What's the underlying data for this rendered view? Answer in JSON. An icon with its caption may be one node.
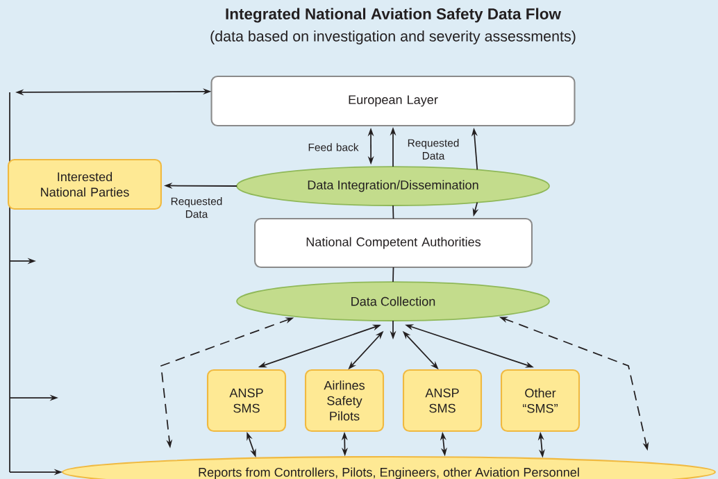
{
  "diagram": {
    "title": "Integrated National Aviation Safety Data Flow",
    "nodes": [
      {
        "text": [
          "European Layer"
        ]
      },
      {
        "text": [
          "Interested National Parties"
        ]
      },
      {
        "text": [
          "Data Integration/Dissemination"
        ]
      },
      {
        "text": [
          "National Competent Authorities"
        ]
      },
      {
        "text": [
          "Data Collection"
        ]
      },
      {
        "text": [
          "ANSP SMS"
        ]
      },
      {
        "text": [
          "Airlines Safety Pilots"
        ]
      },
      {
        "text": [
          "ANSP SMS"
        ]
      },
      {
        "text": [
          "Other “SMS”"
        ]
      },
      {
        "text": [
          "Reports from Controllers, Pilots, Engineers, other Aviation Personnel"
        ]
      }
    ],
    "edges": [
      {
        "from": null,
        "to": 0,
        "arrow": "both"
      },
      {
        "from": null,
        "to": 9,
        "arrow": "to"
      },
      {
        "from": 2,
        "to": 1,
        "arrow": "to",
        "label": "Requested Data"
      },
      {
        "from": 2,
        "to": 0,
        "arrow": "both",
        "label": "Feed back"
      },
      {
        "from": 4,
        "to": 3,
        "arrow": "none"
      },
      {
        "from": 3,
        "to": 2,
        "arrow": "none"
      },
      {
        "from": 2,
        "to": 0,
        "arrow": "to"
      },
      {
        "from": 2,
        "to": 0,
        "arrow": "to",
        "label": "Requested Data"
      },
      {
        "from": 2,
        "to": 3,
        "arrow": "to"
      },
      {
        "from": 4,
        "to": 5,
        "arrow": "both"
      },
      {
        "from": 4,
        "to": 6,
        "arrow": "both"
      },
      {
        "from": 4,
        "to": 7,
        "arrow": "both"
      },
      {
        "from": 4,
        "to": 8,
        "arrow": "both"
      },
      {
        "from": 4,
        "to": 9,
        "arrow": "both",
        "style": "dashed"
      },
      {
        "from": 4,
        "to": 9,
        "arrow": "both",
        "style": "dashed"
      },
      {
        "from": 5,
        "to": 9,
        "arrow": "both"
      },
      {
        "from": 6,
        "to": 9,
        "arrow": "both"
      },
      {
        "from": 7,
        "to": 9,
        "arrow": "both"
      },
      {
        "from": 8,
        "to": 9,
        "arrow": "both"
      },
      {
        "from": 4,
        "to": null,
        "arrow": "to"
      }
    ],
    "labels": [
      "(data based on investigation and severity assessments)"
    ]
  }
}
